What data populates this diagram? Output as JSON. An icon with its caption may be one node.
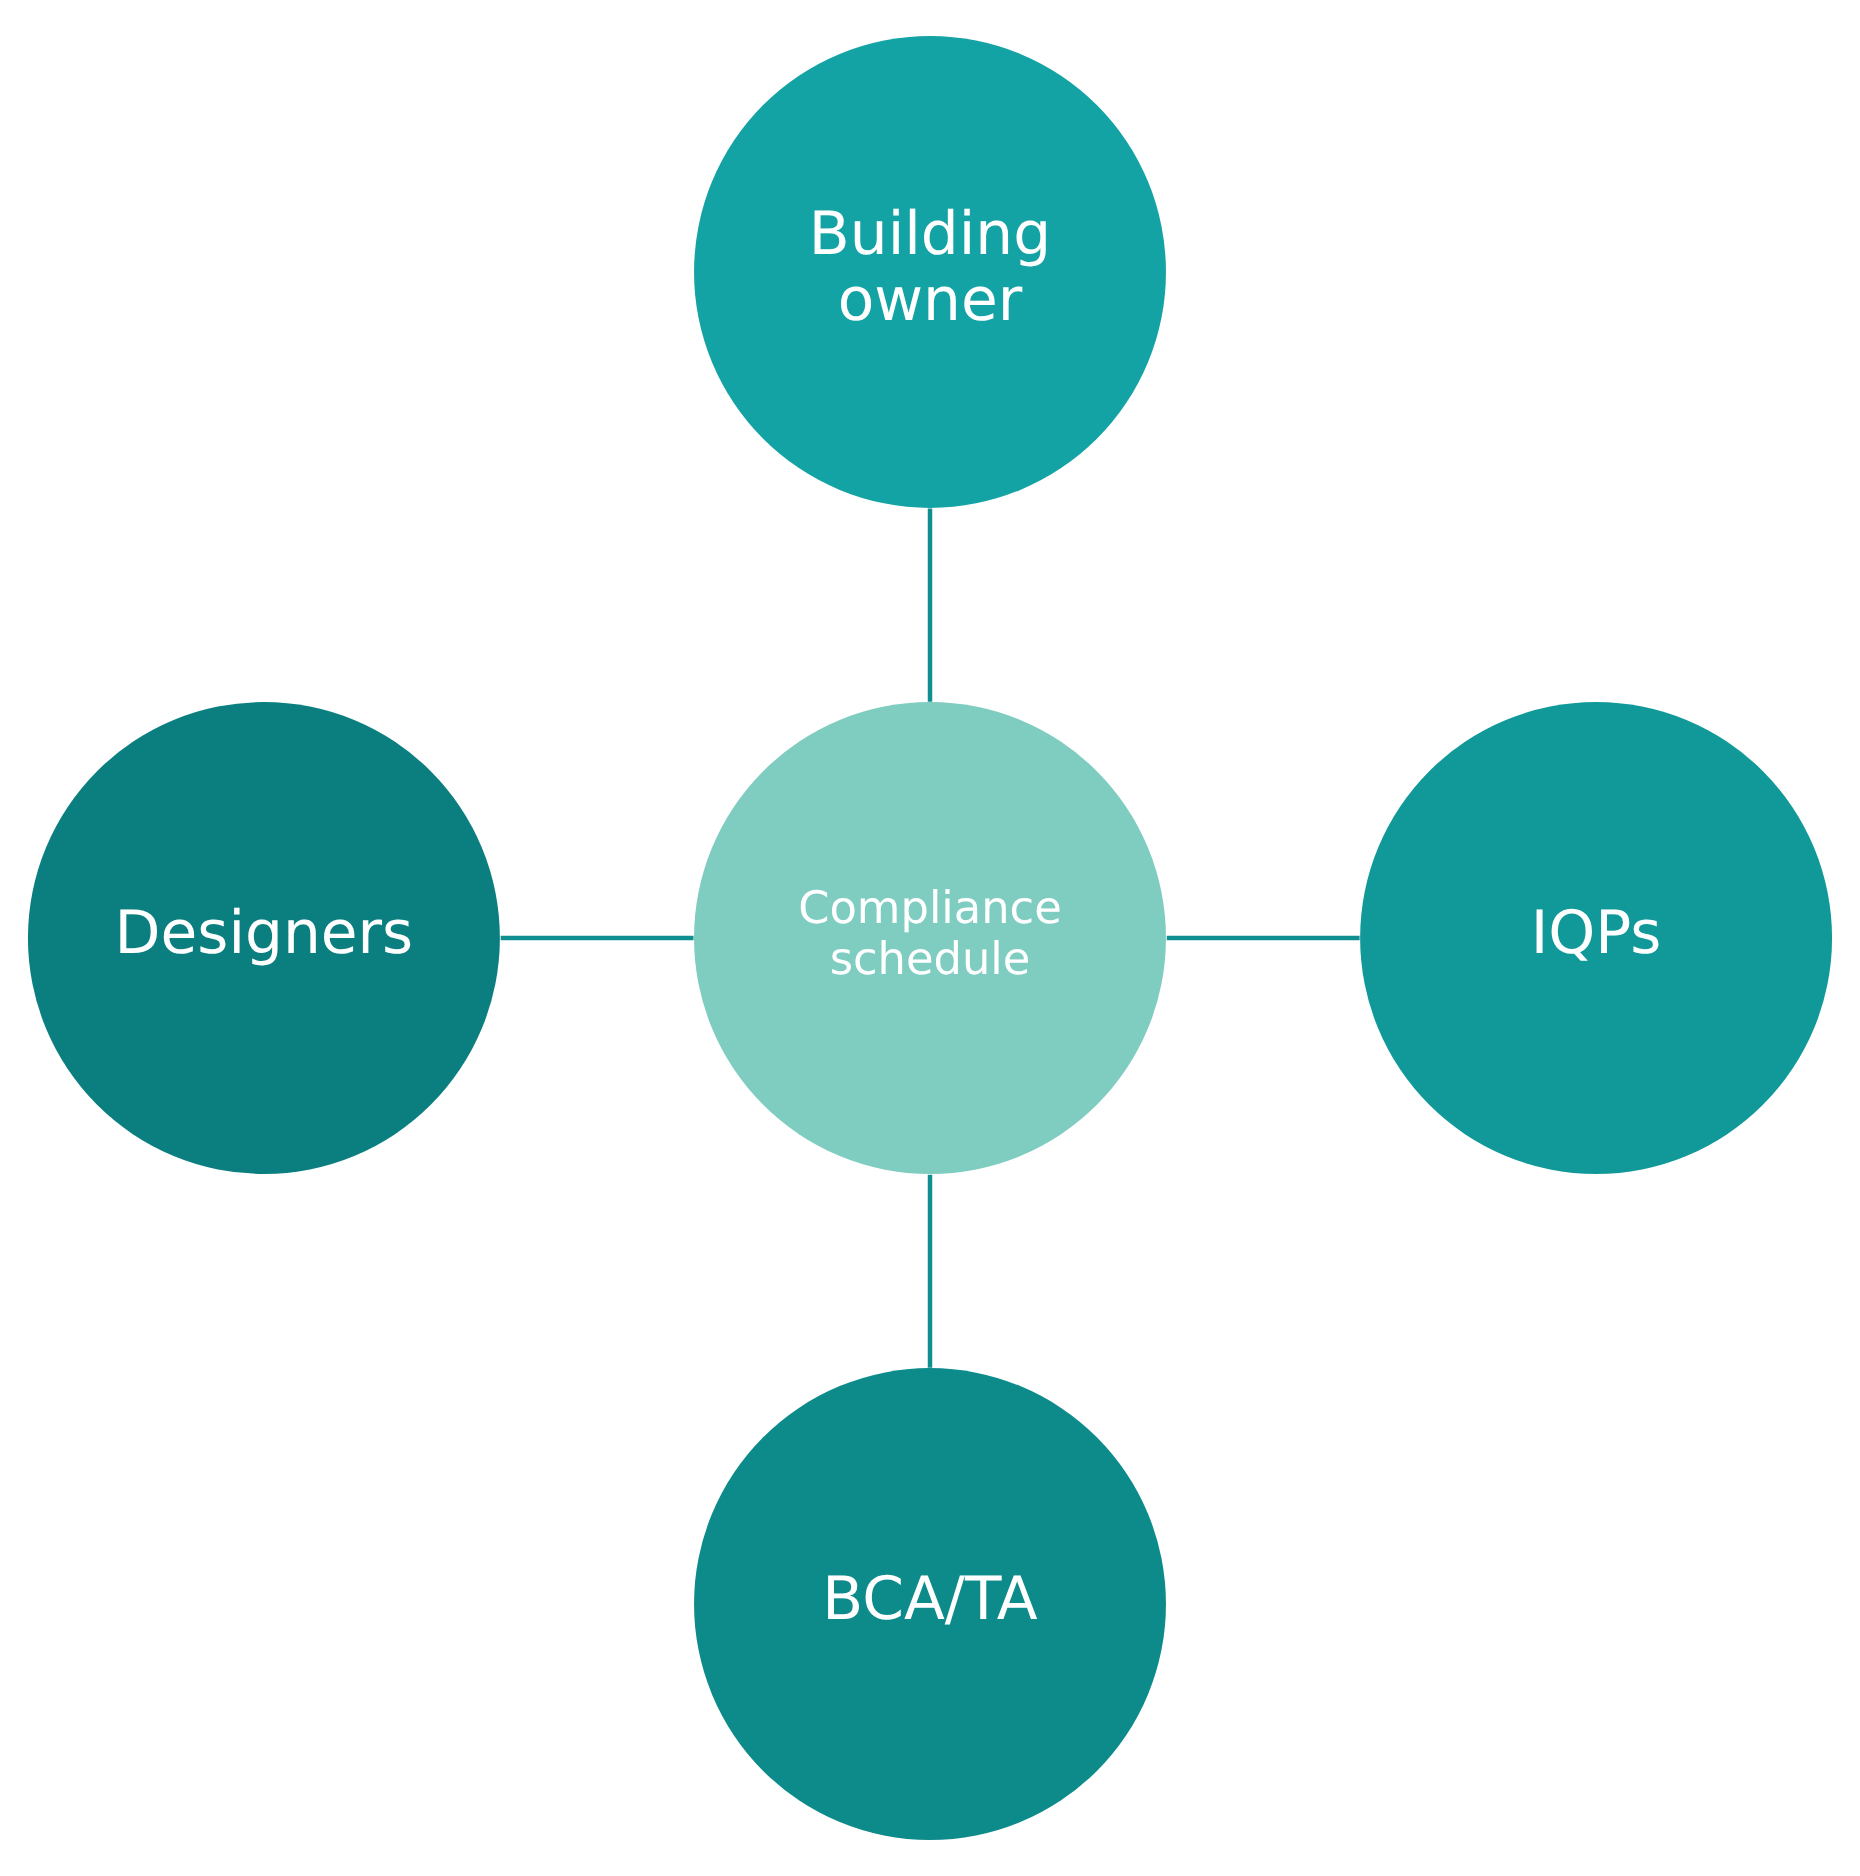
{
  "diagram": {
    "nodes": [
      {
        "text": [
          "Building owner"
        ]
      },
      {
        "text": [
          "Designers"
        ]
      },
      {
        "text": [
          "Compliance schedule"
        ]
      },
      {
        "text": [
          "IQPs"
        ]
      },
      {
        "text": [
          "BCA/TA"
        ]
      }
    ],
    "edges": [
      {
        "from": 0,
        "to": 2,
        "arrow": "none"
      },
      {
        "from": 1,
        "to": 2,
        "arrow": "none"
      },
      {
        "from": 2,
        "to": 3,
        "arrow": "none"
      },
      {
        "from": 2,
        "to": 4,
        "arrow": "none"
      }
    ]
  }
}
